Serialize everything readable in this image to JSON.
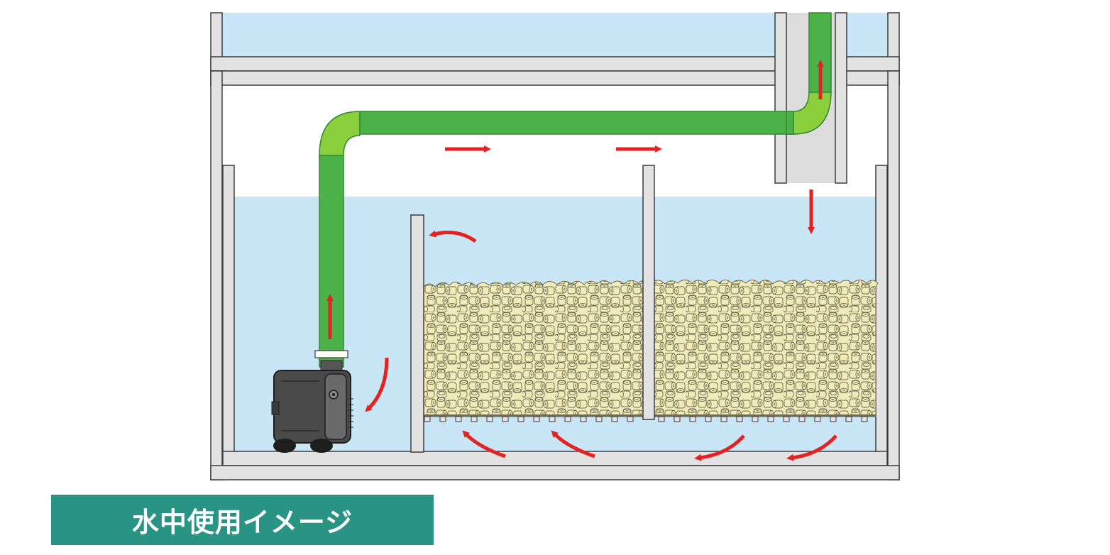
{
  "caption": {
    "text": "水中使用イメージ"
  },
  "colors": {
    "water": "#c9e6f6",
    "frame": "#e2e2e2",
    "frame_stroke": "#3c3c3c",
    "pipe": "#4db14a",
    "pipe_dark": "#2f8a2d",
    "pipe_light": "#8ccf3c",
    "arrow": "#e52222",
    "media": "#f1eab9",
    "media_stroke": "#6e6a50",
    "pump": "#4a4a4a",
    "banner": "#2a9484"
  },
  "icons": {
    "pump": "submersible-pump-icon",
    "filter_media": "ceramic-ring-media",
    "flow_arrow": "red-flow-arrow"
  }
}
